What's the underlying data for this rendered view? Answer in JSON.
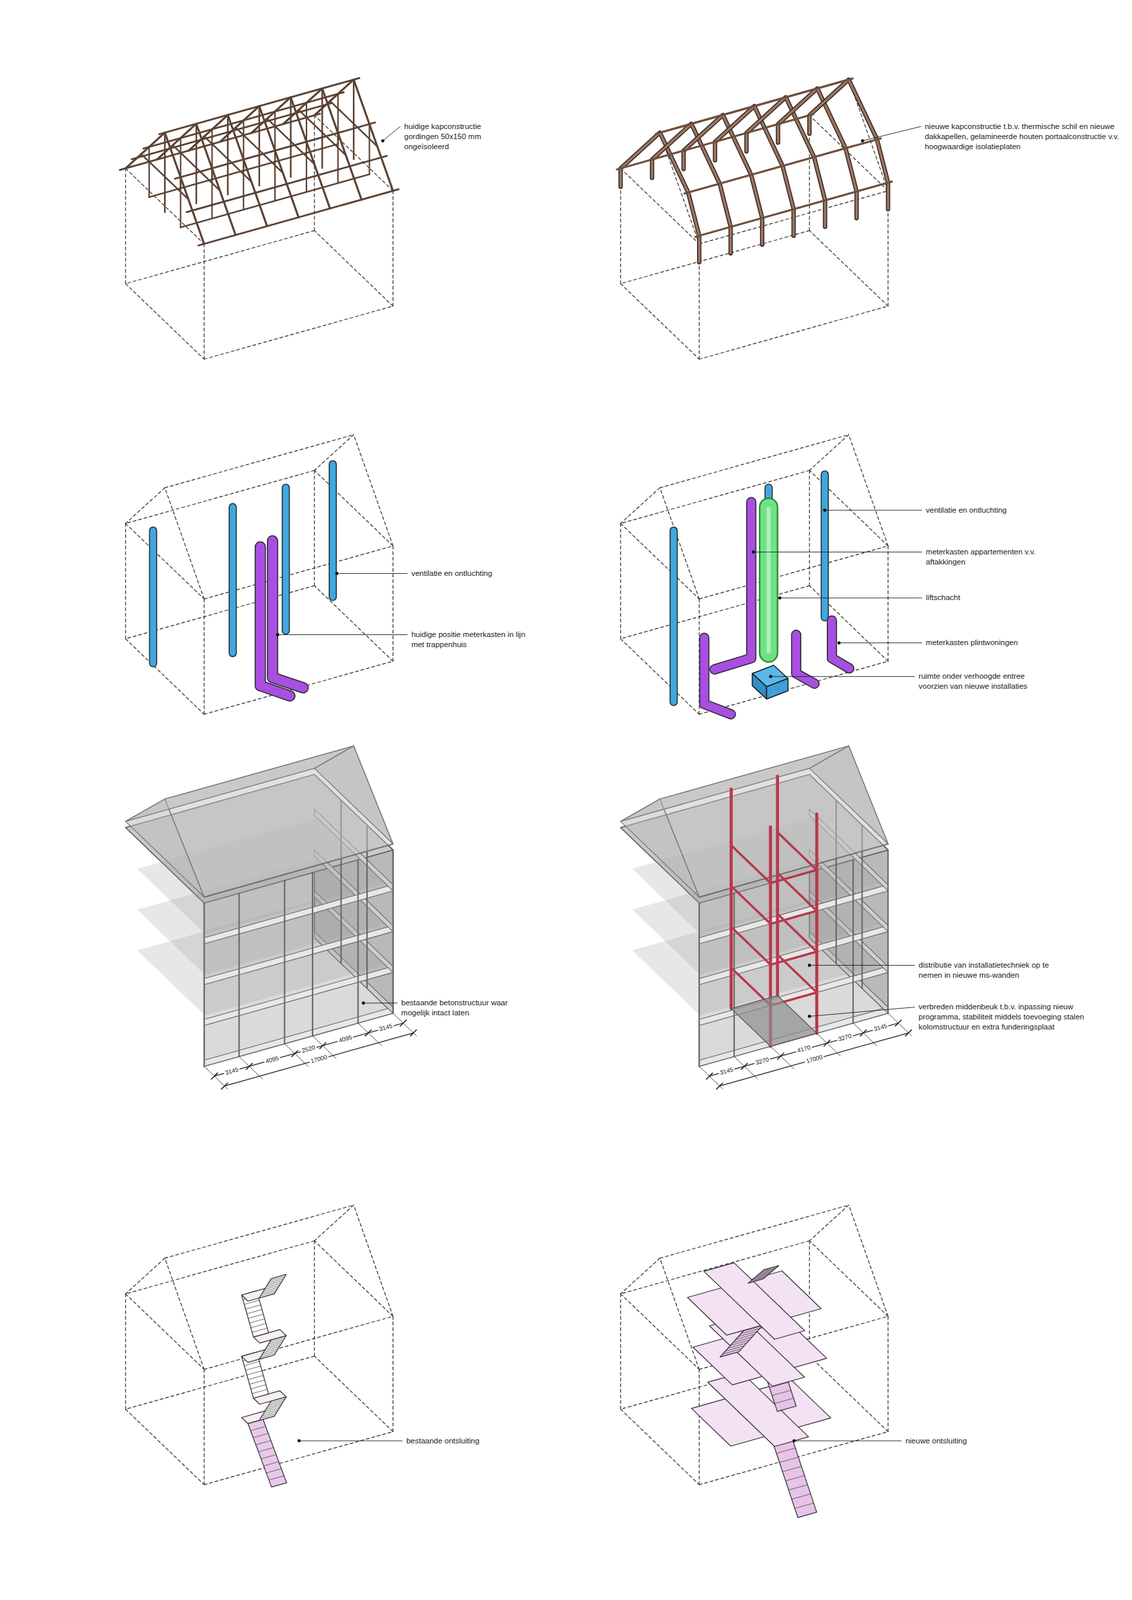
{
  "diagram": {
    "labels": [
      "huidige kapconstructie gordingen 50x150 mm ongeïsoleerd",
      "nieuwe kapconstructie t.b.v. thermische schil en nieuwe dakkapellen, gelamineerde houten portaalconstructie v.v. hoogwaardige isolatieplaten",
      "ventilatie en ontluchting",
      "huidige positie meterkasten in lijn met trappenhuis",
      "ventilatie en ontluchting",
      "meterkasten appartementen v.v. aftakkingen",
      "liftschacht",
      "meterkasten plintwoningen",
      "ruimte onder verhoogde entree voorzien van nieuwe installaties",
      "bestaande betonstructuur waar mogelijk intact laten",
      "3145",
      "4095",
      "2520",
      "4095",
      "3145",
      "17000",
      "distributie van installatietechniek op te nemen in nieuwe ms-wanden",
      "verbreden middenbeuk t.b.v. inpassing nieuw programma, stabiliteit middels toevoeging stalen kolomstructuur en extra funderingsplaat",
      "3145",
      "3270",
      "4170",
      "3270",
      "3145",
      "17000",
      "bestaande ontsluiting",
      "nieuwe ontsluiting"
    ]
  }
}
